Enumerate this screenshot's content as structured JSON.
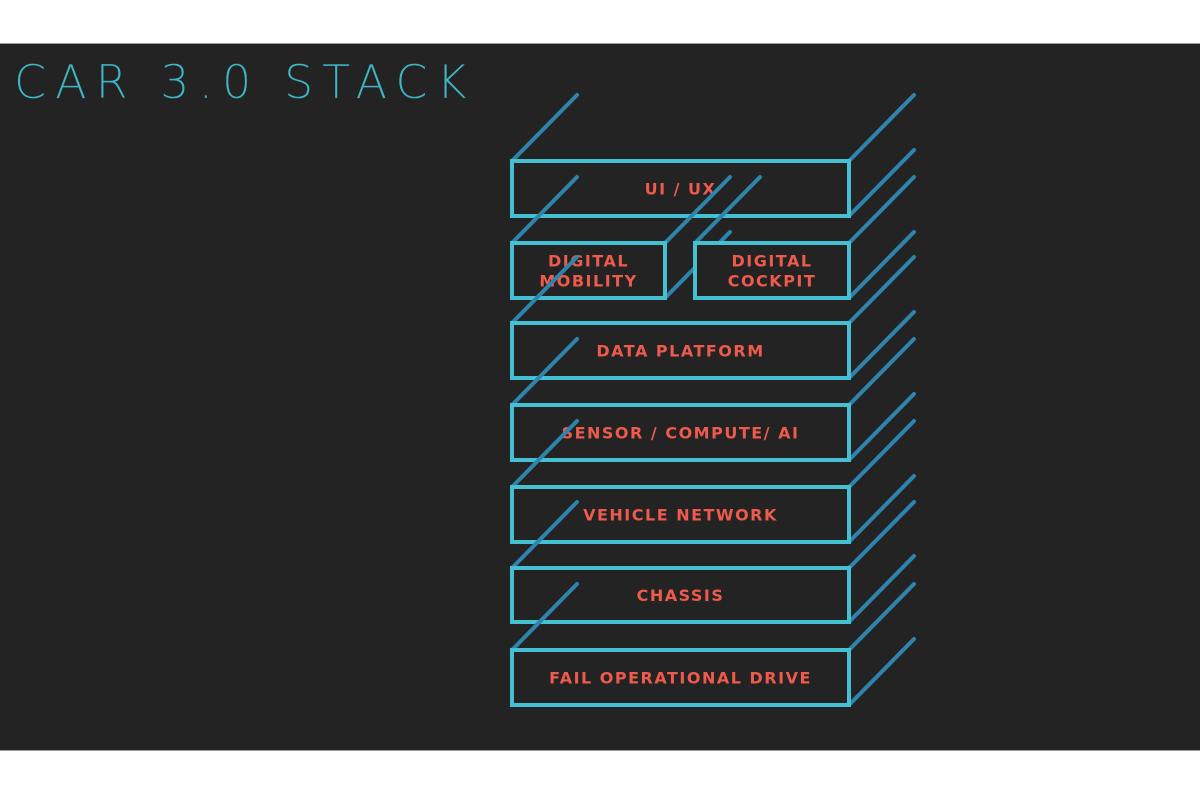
{
  "slide": {
    "title": "CAR 3.0 STACK",
    "colors": {
      "background": "#232323",
      "title": "#3fb5c6",
      "box_front": "#45c0d3",
      "box_depth": "#2f84ae",
      "label": "#ee5a4c"
    }
  },
  "stack": {
    "layers": [
      {
        "id": "ui-ux",
        "lines": [
          "UI / UX"
        ]
      },
      {
        "id": "digital-mobility",
        "lines": [
          "DIGITAL",
          "MOBILITY"
        ]
      },
      {
        "id": "digital-cockpit",
        "lines": [
          "DIGITAL",
          "COCKPIT"
        ]
      },
      {
        "id": "data-platform",
        "lines": [
          "DATA PLATFORM"
        ]
      },
      {
        "id": "sensor-compute-ai",
        "lines": [
          "SENSOR / COMPUTE/ AI"
        ]
      },
      {
        "id": "vehicle-network",
        "lines": [
          "VEHICLE NETWORK"
        ]
      },
      {
        "id": "chassis",
        "lines": [
          "CHASSIS"
        ]
      },
      {
        "id": "fail-operational-drive",
        "lines": [
          "FAIL OPERATIONAL DRIVE"
        ]
      }
    ]
  }
}
